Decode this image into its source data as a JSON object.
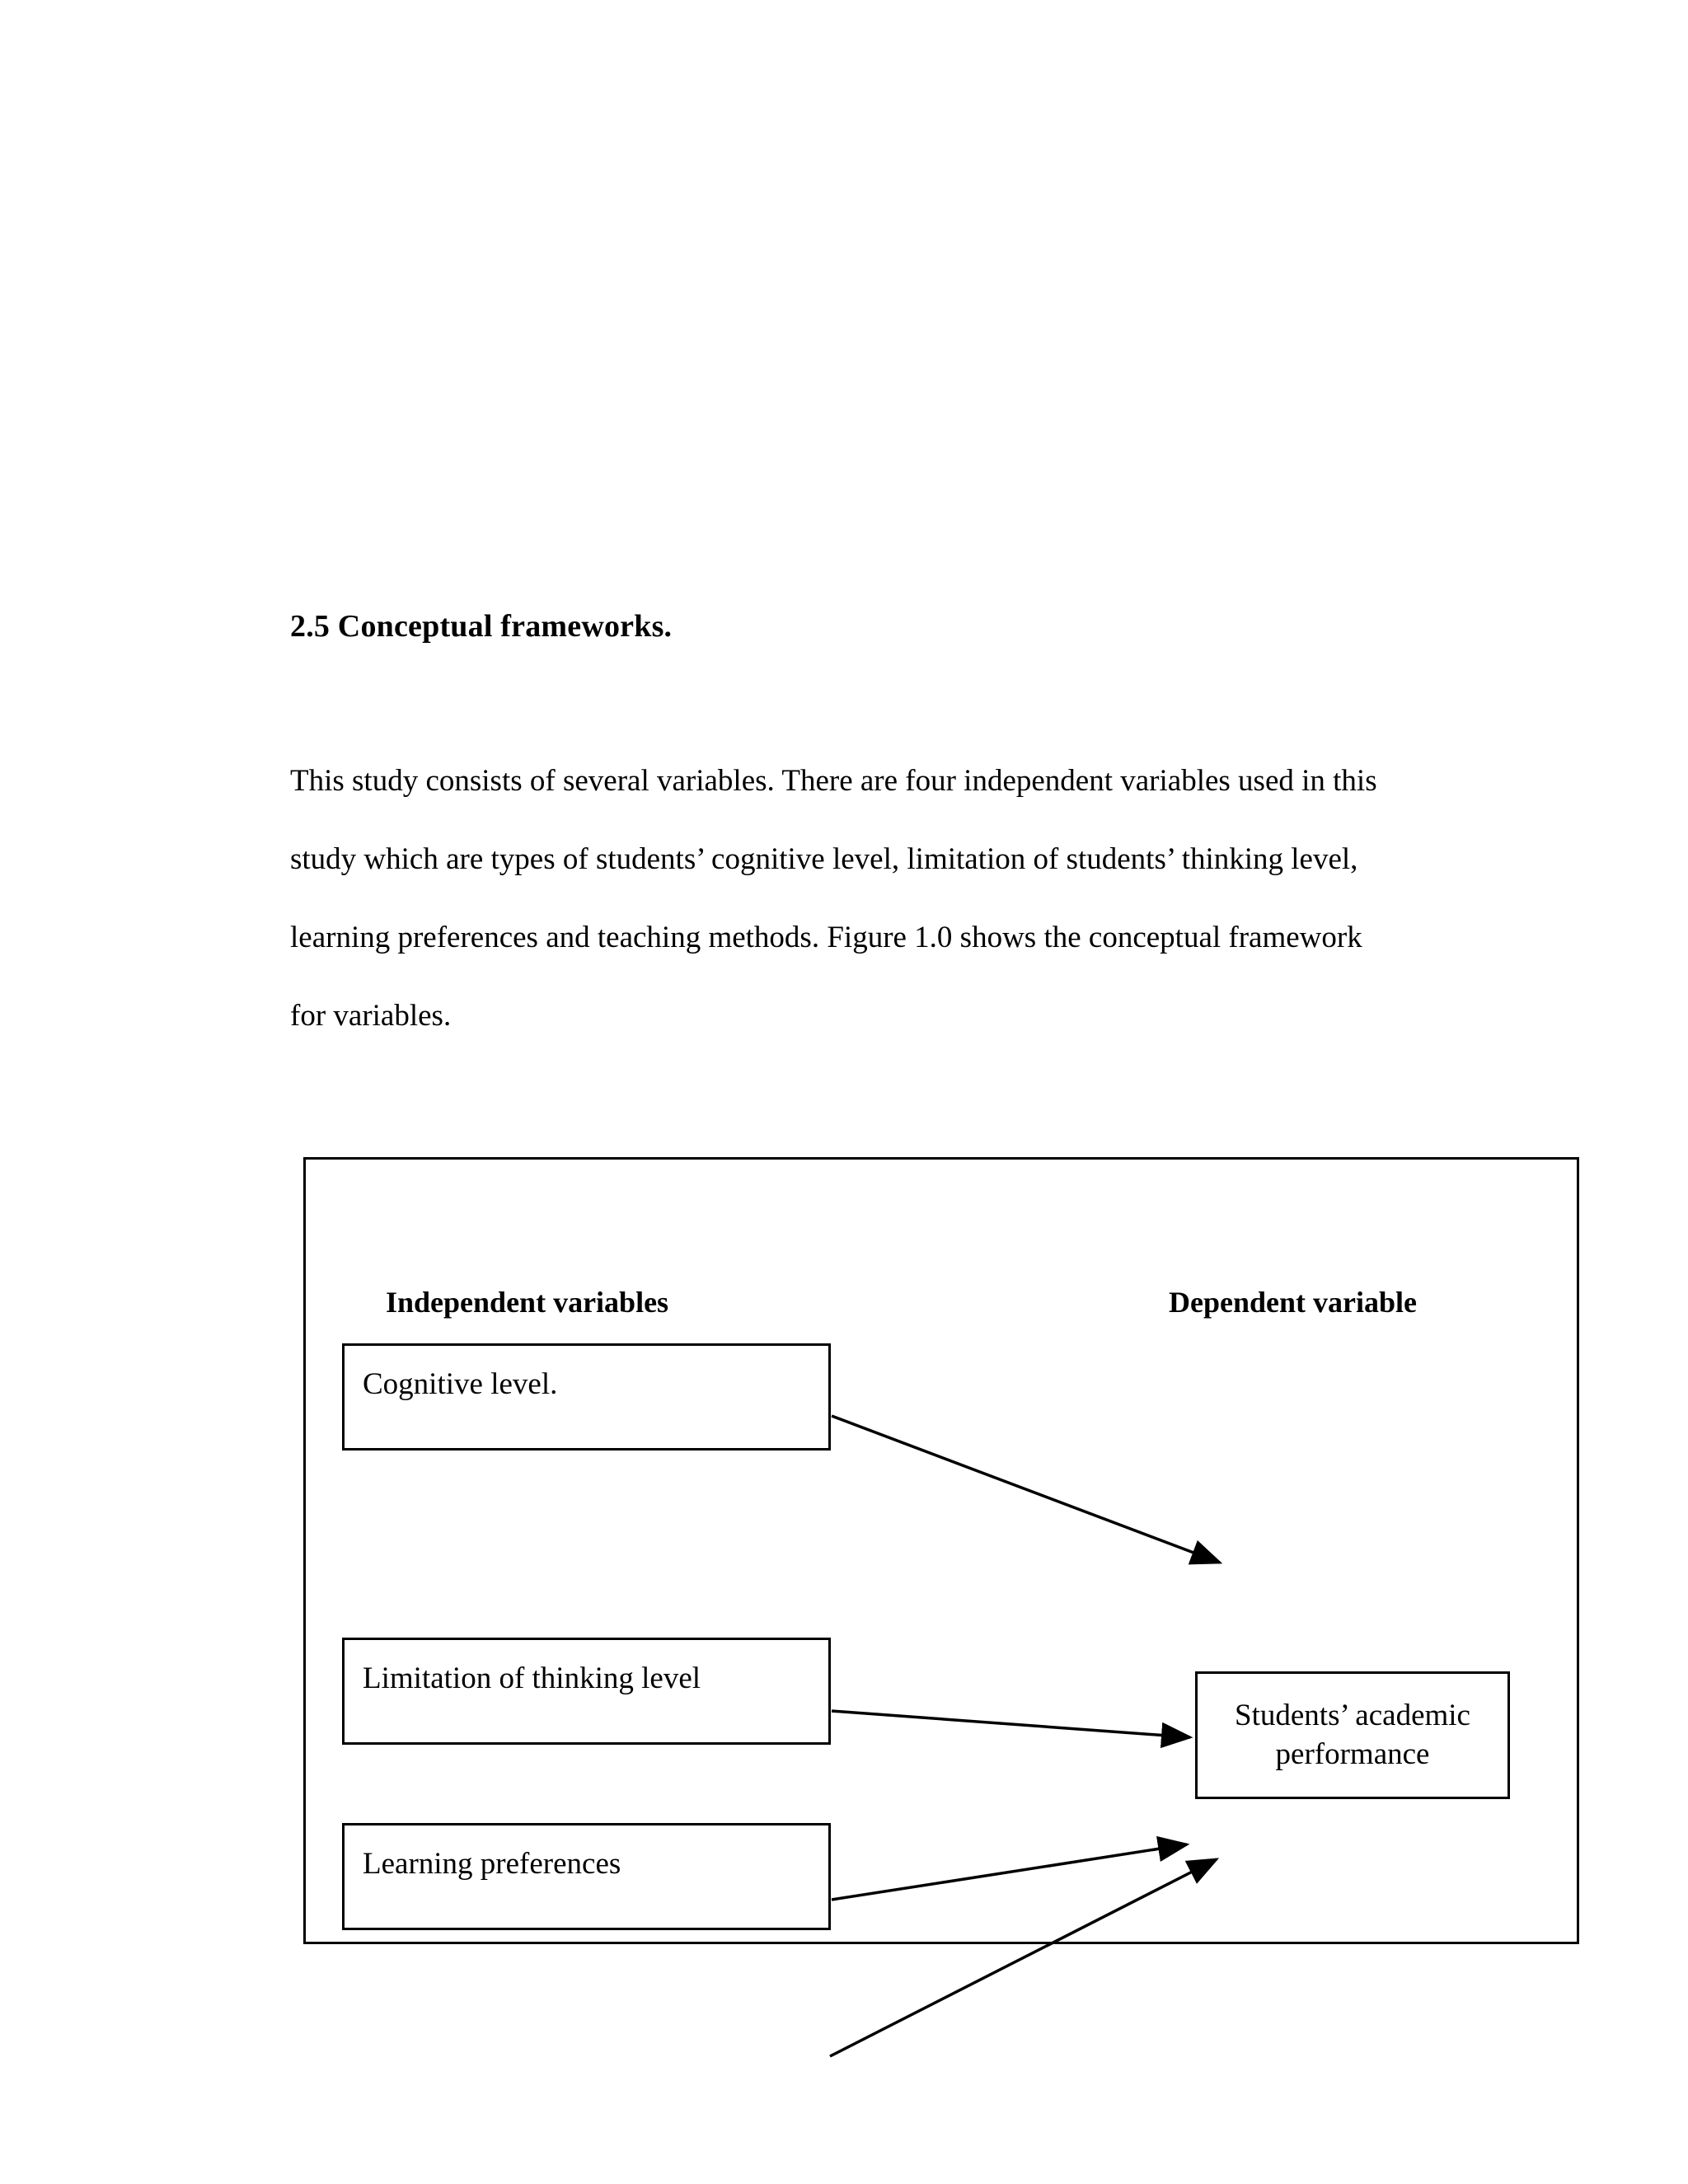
{
  "document": {
    "section": {
      "heading": "2.5 Conceptual frameworks."
    },
    "paragraph": {
      "lines": [
        "This study consists of several variables. There are four independent variables used in this",
        "study which are types of students’ cognitive level, limitation of students’ thinking level,",
        "learning preferences and teaching methods. Figure 1.0 shows the conceptual framework",
        "for variables."
      ]
    }
  },
  "framework": {
    "headers": {
      "independent": "Independent variables",
      "dependent": "Dependent variable"
    },
    "independent_variables": [
      {
        "label": "Cognitive level."
      },
      {
        "label": "Limitation of thinking level"
      },
      {
        "label": "Learning preferences"
      }
    ],
    "dependent_variable": {
      "label": "Students’ academic performance"
    },
    "colors": {
      "line": "#000000",
      "background": "#ffffff",
      "text": "#000000"
    }
  }
}
